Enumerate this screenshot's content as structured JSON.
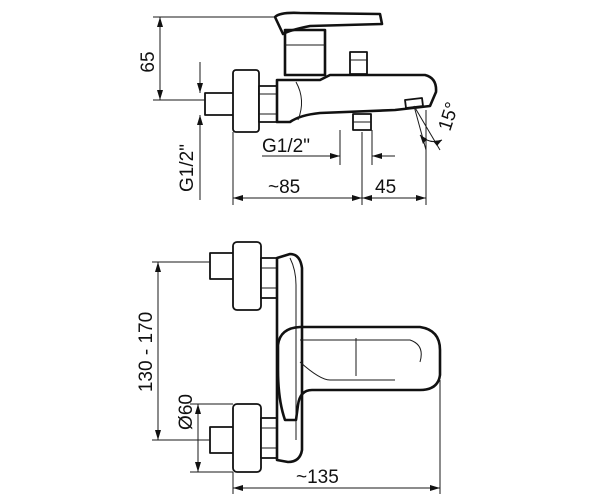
{
  "dimensions": {
    "height_65": "65",
    "thread_g12_left": "G1/2\"",
    "thread_g12_mid": "G1/2\"",
    "depth_85": "~85",
    "spout_45": "45",
    "angle_15": "15°",
    "centers_130_170": "130 - 170",
    "diameter_60": "Ø60",
    "length_135": "~135"
  },
  "colors": {
    "line": "#111111",
    "background": "#ffffff"
  }
}
